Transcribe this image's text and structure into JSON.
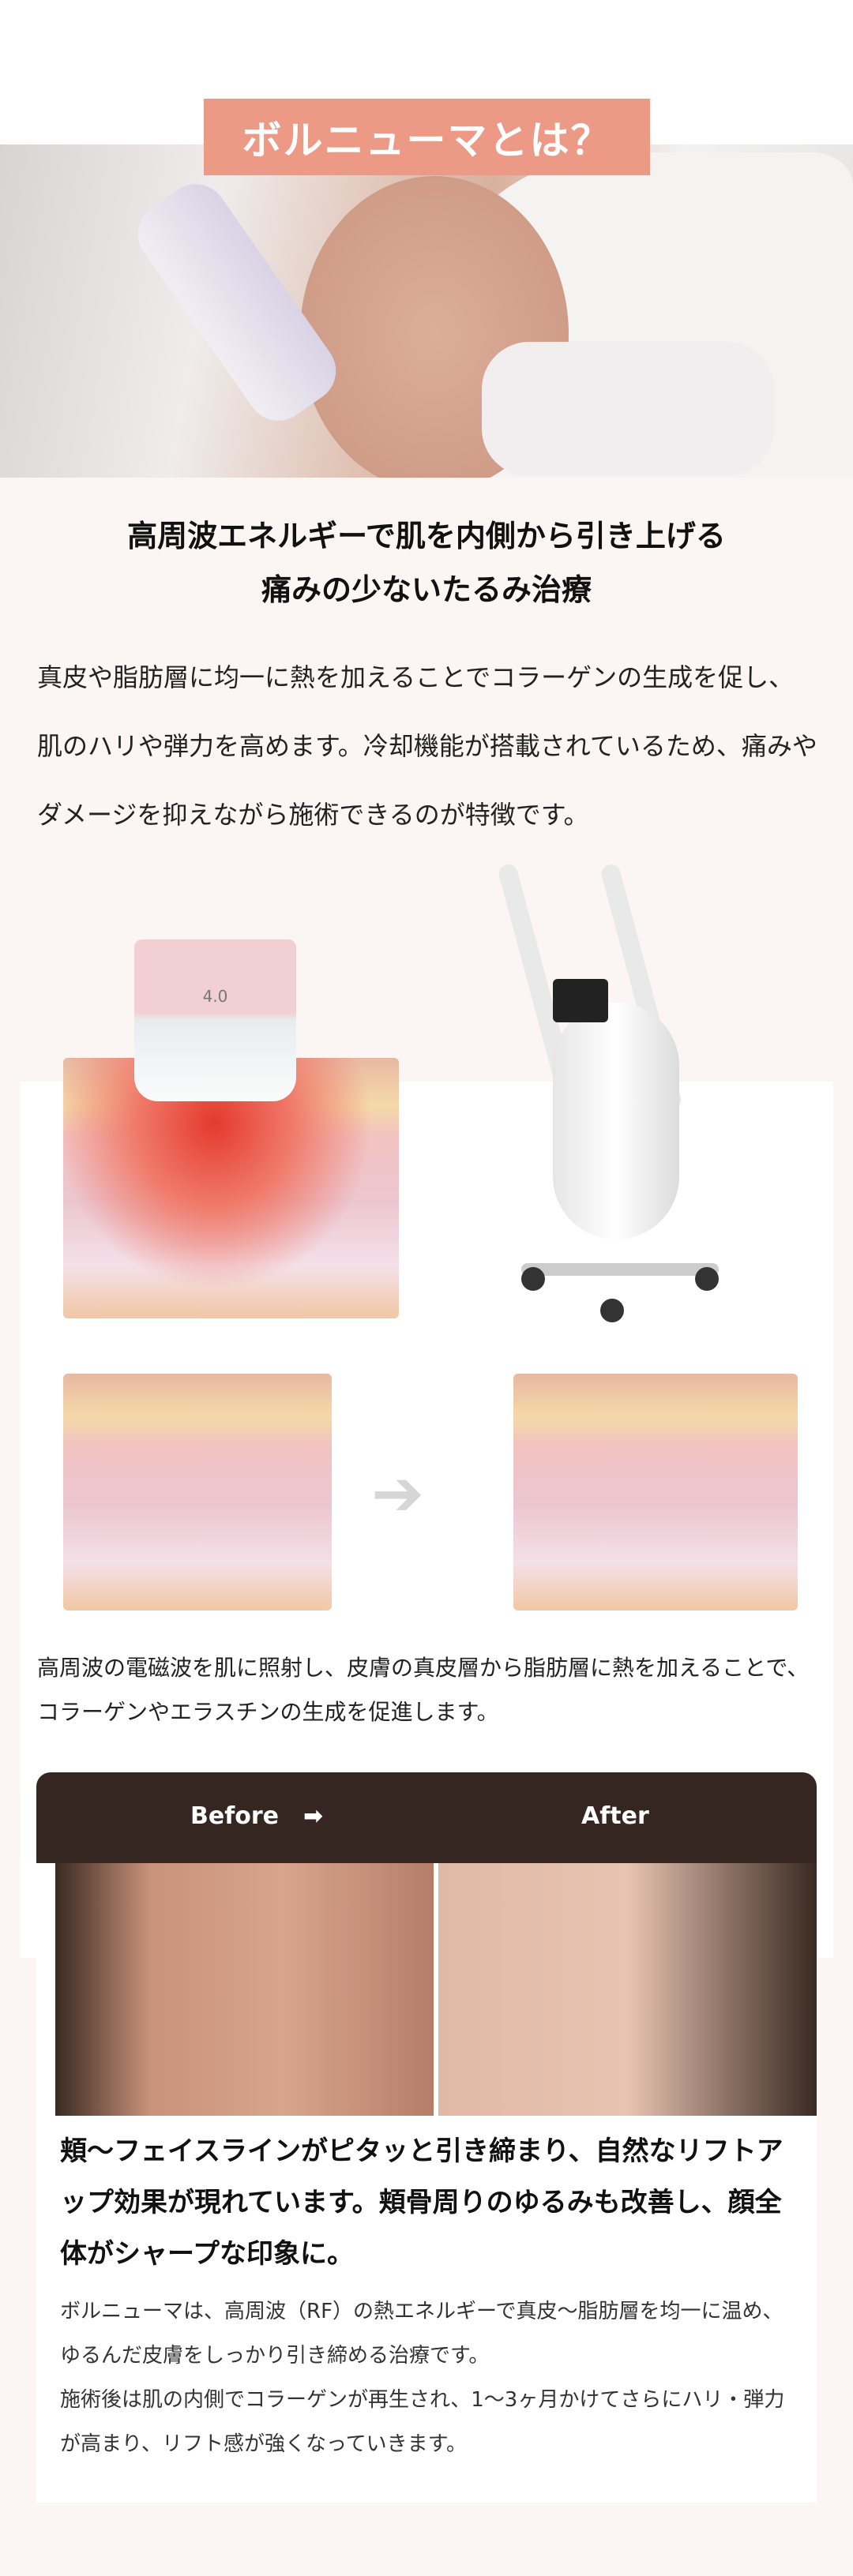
{
  "section": {
    "badge_title": "ボルニューマとは？",
    "heading_lines": [
      "高周波エネルギーで肌を内側から引き上げる",
      "痛みの少ないたるみ治療"
    ],
    "intro": "真皮や脂肪層に均一に熱を加えることでコラーゲンの生成を促し、肌のハリや弾力を高めます。冷却機能が搭載されているため、痛みやダメージを抑えながら施術できるのが特徴です。",
    "probe_label": "4.0",
    "diagram_caption": "高周波の電磁波を肌に照射し、皮膚の真皮層から脂肪層に熱を加えることで、コラーゲンやエラスチンの生成を促進します。"
  },
  "before_after": {
    "before_label": "Before",
    "arrow": "➡",
    "after_label": "After",
    "heading": "頬〜フェイスラインがピタッと引き締まり、自然なリフトアップ効果が現れています。頬骨周りのゆるみも改善し、顔全体がシャープな印象に。",
    "body_lines": [
      "ボルニューマは、高周波（RF）の熱エネルギーで真皮〜脂肪層を均一に温め、ゆるんだ皮膚をしっかり引き締める治療です。",
      "施術後は肌の内側でコラーゲンが再生され、1〜3ヶ月かけてさらにハリ・弾力が高まり、リフト感が強くなっていきます。"
    ]
  },
  "colors": {
    "badge": "#ec9a85",
    "card_header": "#362622",
    "page_bg": "#fbf5f4"
  }
}
